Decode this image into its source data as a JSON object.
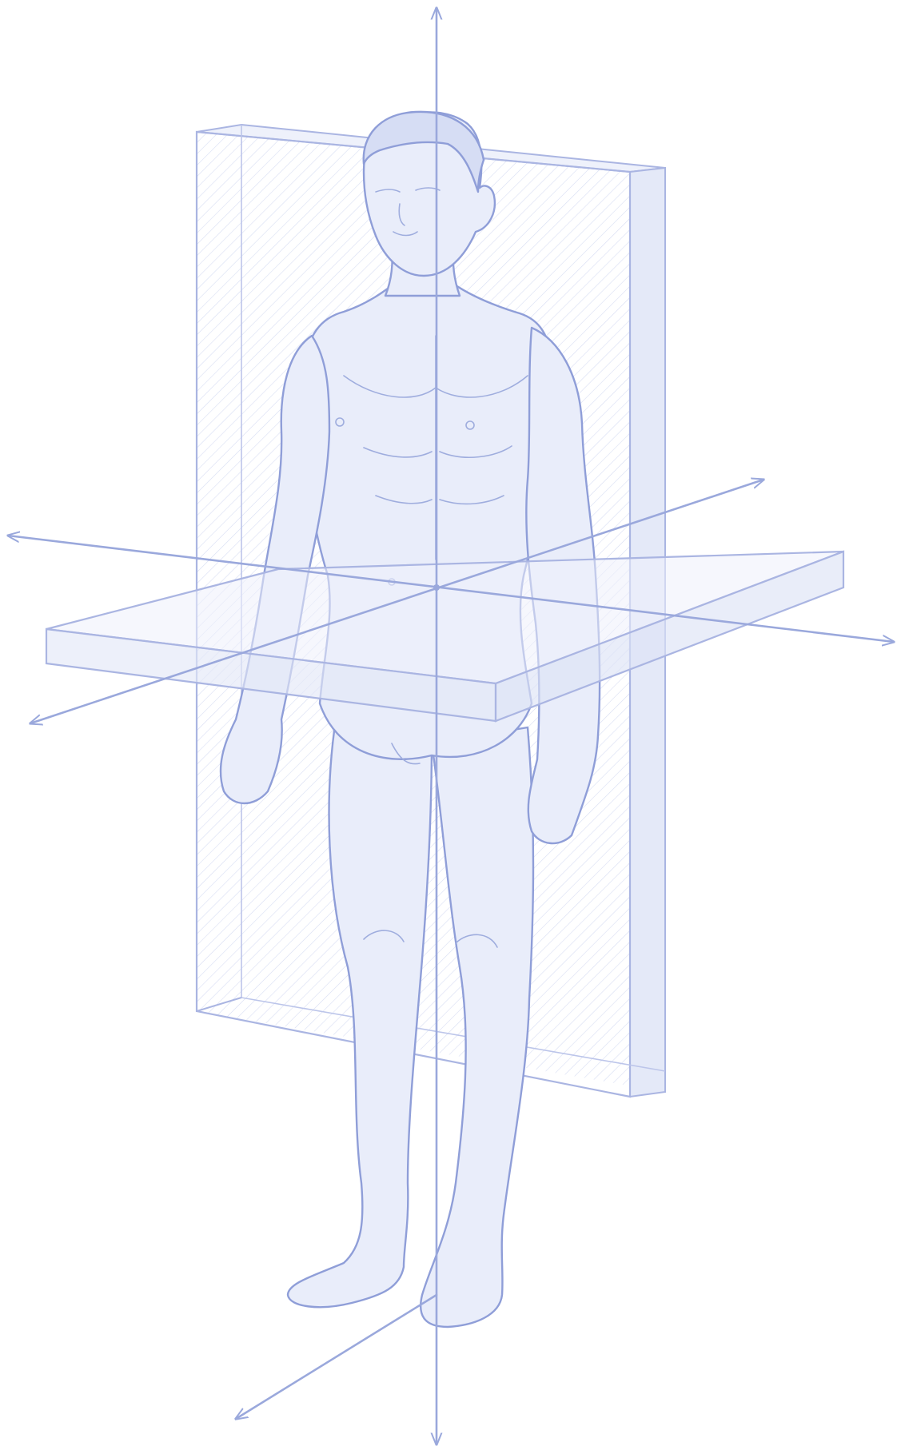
{
  "colors": {
    "stroke": "#9aa8dc",
    "stroke_dark": "#8190cf",
    "fill": "#e9edfa",
    "fill_light": "#f3f5fc",
    "hatch": "#c9d1ee",
    "background": "#ffffff"
  },
  "elements": [
    "vertical-axis",
    "frontal-axis",
    "lateral-axis",
    "sagittal-plane",
    "transverse-plane",
    "human-figure"
  ]
}
